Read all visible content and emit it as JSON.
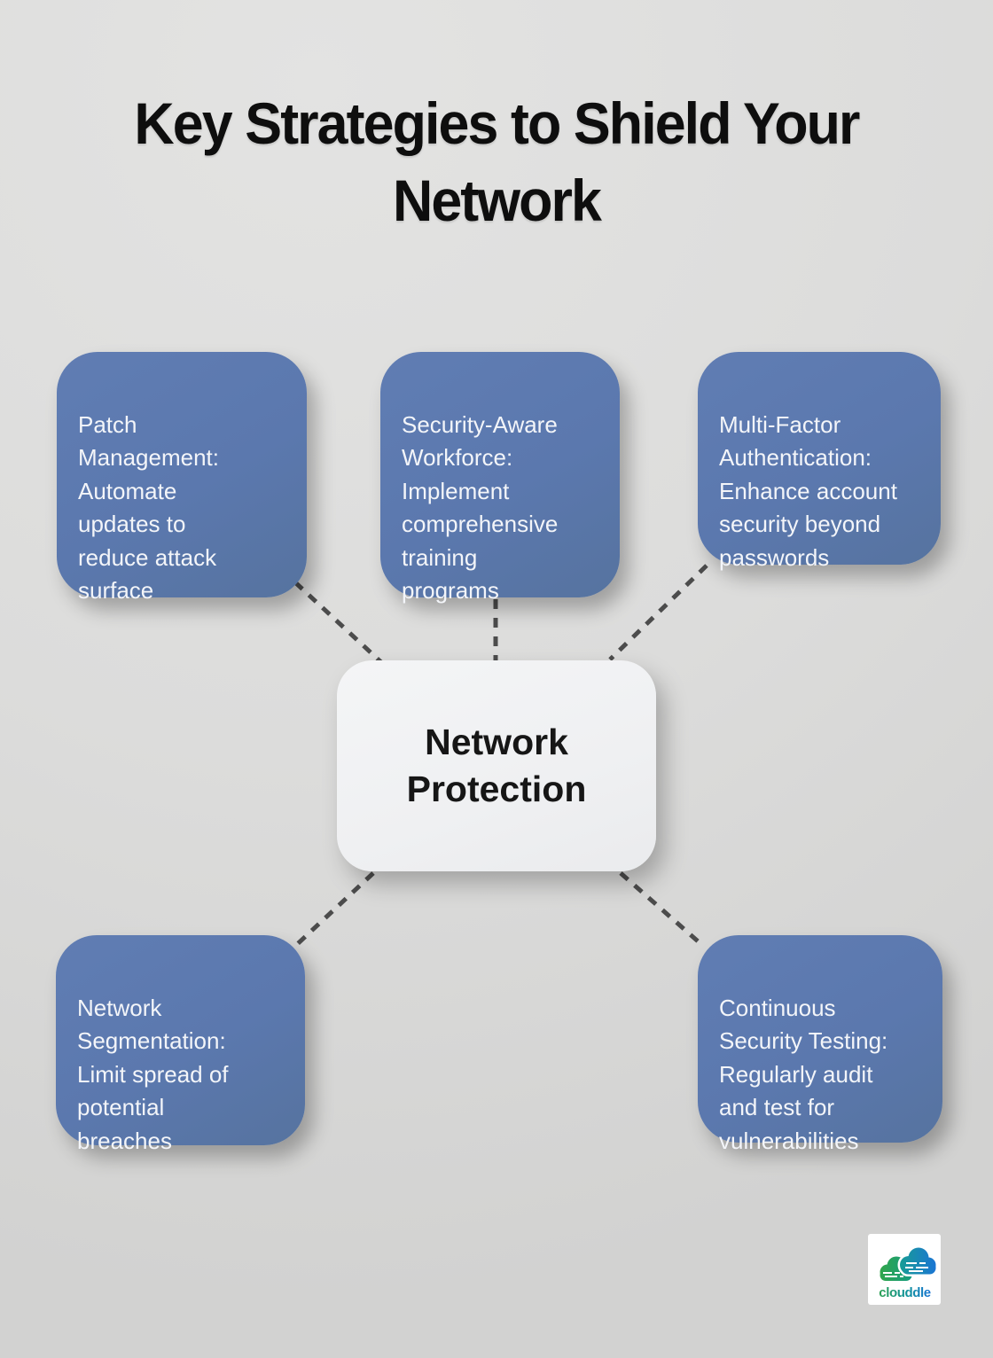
{
  "title": "Key Strategies to Shield Your\nNetwork",
  "diagram": {
    "center": {
      "id": "network-protection",
      "text": "Network\nProtection"
    },
    "nodes": [
      {
        "id": "patch-management",
        "text": "Patch\nManagement:\nAutomate\nupdates to\nreduce attack\nsurface"
      },
      {
        "id": "security-aware-workforce",
        "text": "Security-Aware\nWorkforce:\nImplement\ncomprehensive\ntraining\nprograms"
      },
      {
        "id": "multi-factor-authentication",
        "text": "Multi-Factor\nAuthentication:\nEnhance account\nsecurity beyond\npasswords"
      },
      {
        "id": "network-segmentation",
        "text": "Network\nSegmentation:\nLimit spread of\npotential\nbreaches"
      },
      {
        "id": "continuous-security-testing",
        "text": "Continuous\nSecurity Testing:\nRegularly audit\nand test for\nvulnerabilities"
      }
    ]
  },
  "logo": {
    "brand": "clouddle",
    "icon": "cloud-icon"
  },
  "colors": {
    "background": "#dcdcdb",
    "background_hi": "#e3e3e2",
    "background_lo": "#d2d2d1",
    "title": "#0e0e0e",
    "node_fill": "#5b78ae",
    "node_text": "#f3f5f9",
    "center_fill": "#eff0f2",
    "center_text": "#161616",
    "connector": "#4c4c4c",
    "logo_green": "#2ea24d",
    "logo_teal": "#129b85",
    "logo_blue": "#1b74d6"
  }
}
